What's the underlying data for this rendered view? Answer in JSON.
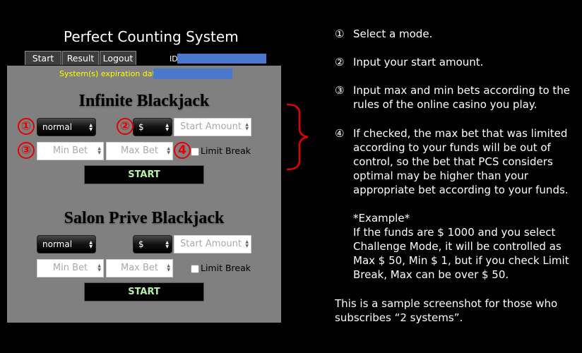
{
  "app_title": "Perfect Counting System",
  "tabs": [
    {
      "label": "Start"
    },
    {
      "label": "Result"
    },
    {
      "label": "Logout"
    }
  ],
  "id_label": "ID",
  "expiry_label": "System(s) expiration date :",
  "infinite": {
    "title": "Infinite Blackjack",
    "mode_value": "normal",
    "currency_value": "$",
    "start_amount_placeholder": "Start Amount",
    "min_bet_placeholder": "Min Bet",
    "max_bet_placeholder": "Max Bet",
    "limit_break_label": "Limit Break",
    "start_label": "START"
  },
  "salon": {
    "title": "Salon Prive Blackjack",
    "mode_value": "normal",
    "currency_value": "$",
    "start_amount_placeholder": "Start Amount",
    "min_bet_placeholder": "Min Bet",
    "max_bet_placeholder": "Max Bet",
    "limit_break_label": "Limit Break",
    "start_label": "START"
  },
  "markers": [
    "①",
    "②",
    "③",
    "4"
  ],
  "instructions": [
    {
      "mark": "①",
      "text": "Select a mode."
    },
    {
      "mark": "②",
      "text": "Input your start amount."
    },
    {
      "mark": "③",
      "text": "Input max and min bets according to the\nrules of the online casino you play."
    },
    {
      "mark": "④",
      "text": "If checked, the max bet that was limited\naccording to your funds will be out of\ncontrol, so the bet that PCS considers\noptimal may be higher than your\nappropriate bet according to your funds.\n\n*Example*\nIf the funds are $ 1000 and you select\nChallenge Mode, it will be controlled as\nMax $ 50, Min $ 1, but if you check Limit\nBreak, Max can be over $ 50."
    }
  ],
  "footer_note": "This is a sample screenshot for those who\nsubscribes “2 systems”.",
  "colors": {
    "accent_red": "#e60000",
    "field_blue": "#4a78cf",
    "expiry_yellow": "#ffff00",
    "start_green": "#b8f5a8",
    "panel_gray": "#808080"
  }
}
